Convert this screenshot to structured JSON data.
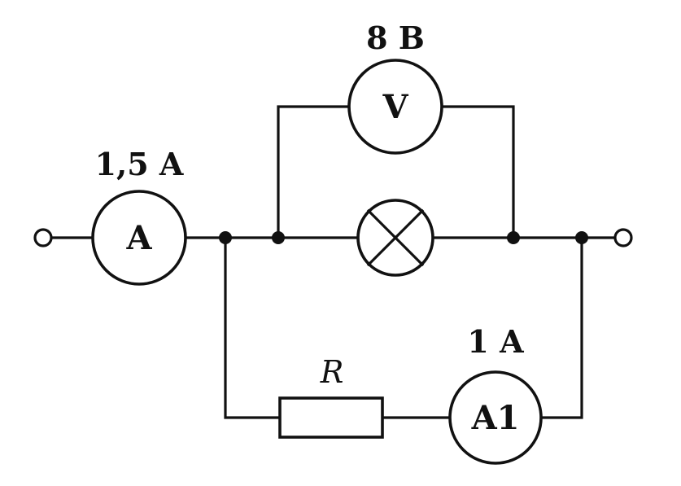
{
  "ammeter_main": {
    "symbol": "A",
    "reading": "1,5 A"
  },
  "voltmeter": {
    "symbol": "V",
    "reading": "8 B"
  },
  "ammeter_branch": {
    "symbol": "A1",
    "reading": "1 A"
  },
  "resistor": {
    "label": "R"
  }
}
